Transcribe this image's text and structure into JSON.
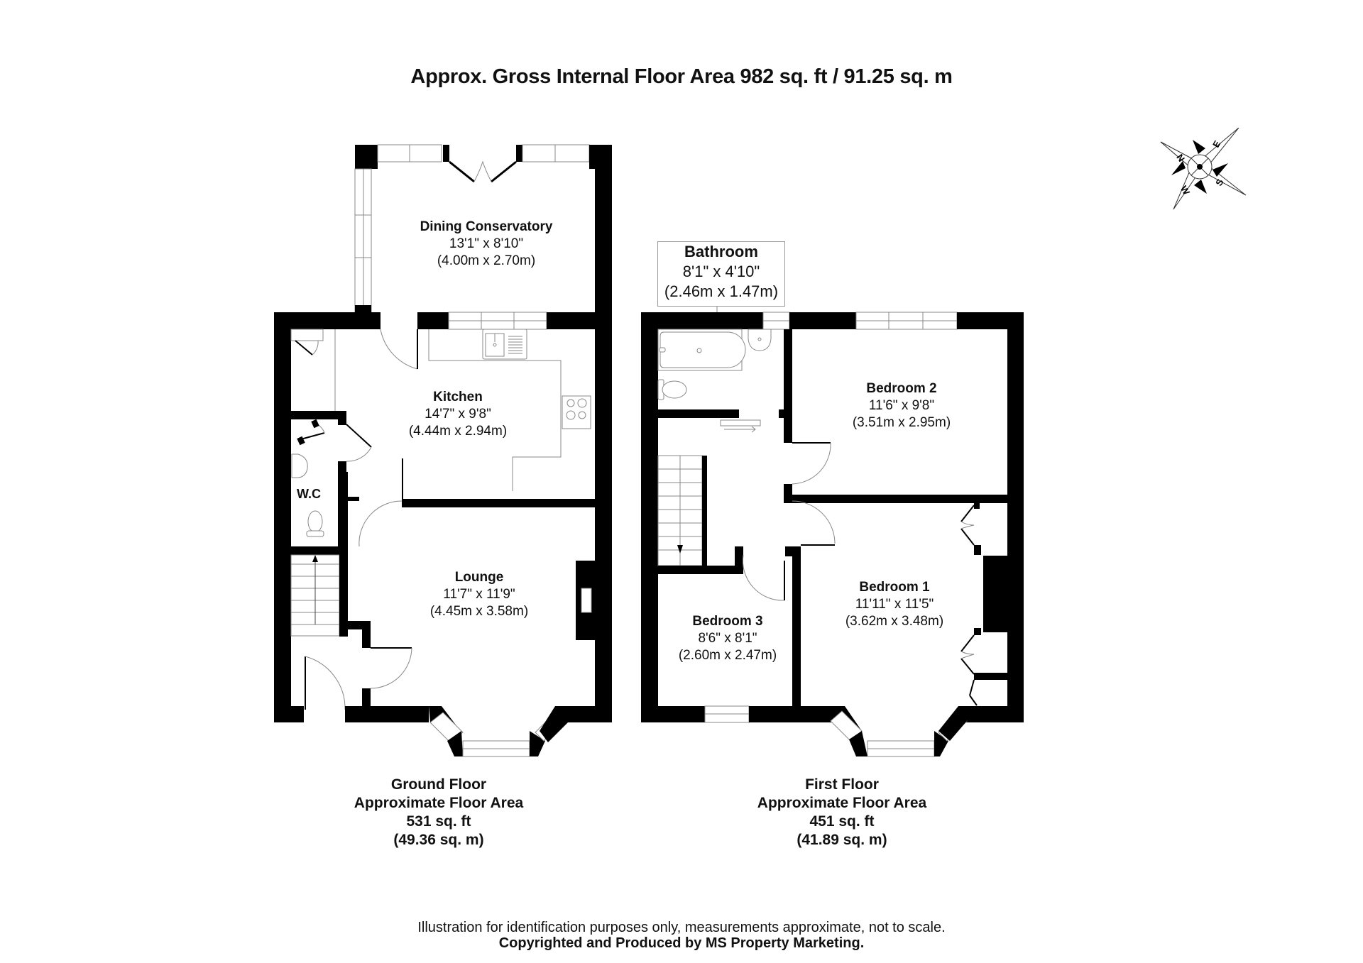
{
  "header": {
    "title": "Approx. Gross Internal Floor Area 982 sq. ft / 91.25 sq. m"
  },
  "compass": {
    "labels": {
      "north": "N",
      "east": "E",
      "south": "S",
      "west": "W"
    }
  },
  "ground_floor": {
    "rooms": [
      {
        "name": "Dining Conservatory",
        "imperial": "13'1\" x 8'10\"",
        "metric": "(4.00m x 2.70m)"
      },
      {
        "name": "Kitchen",
        "imperial": "14'7\" x 9'8\"",
        "metric": "(4.44m x 2.94m)"
      },
      {
        "name": "W.C"
      },
      {
        "name": "Lounge",
        "imperial": "11'7\" x 11'9\"",
        "metric": "(4.45m x 3.58m)"
      }
    ],
    "summary": {
      "floor": "Ground Floor",
      "label": "Approximate Floor Area",
      "sq_ft": "531 sq. ft",
      "sq_m": "(49.36 sq. m)"
    }
  },
  "first_floor": {
    "rooms": [
      {
        "name": "Bathroom",
        "imperial": "8'1\" x 4'10\"",
        "metric": "(2.46m x 1.47m)"
      },
      {
        "name": "Bedroom 2",
        "imperial": "11'6\" x 9'8\"",
        "metric": "(3.51m x 2.95m)"
      },
      {
        "name": "Bedroom 1",
        "imperial": "11'11\" x 11'5\"",
        "metric": "(3.62m x 3.48m)"
      },
      {
        "name": "Bedroom 3",
        "imperial": "8'6\" x 8'1\"",
        "metric": "(2.60m x 2.47m)"
      }
    ],
    "summary": {
      "floor": "First Floor",
      "label": "Approximate Floor Area",
      "sq_ft": "451 sq. ft",
      "sq_m": "(41.89 sq. m)"
    }
  },
  "footer": {
    "disclaimer": "Illustration for identification purposes only, measurements approximate, not to scale.",
    "copyright": "Copyrighted  and Produced by MS Property Marketing."
  },
  "colors": {
    "wall": "#000000",
    "fixture_line": "#888888",
    "background": "#ffffff"
  }
}
